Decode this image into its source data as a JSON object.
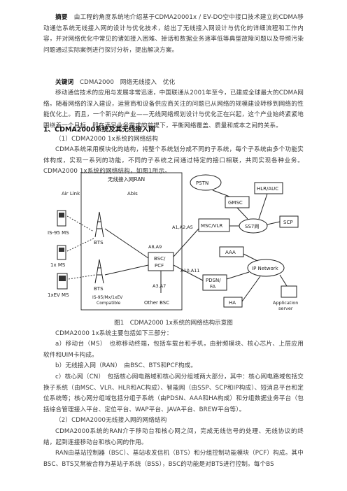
{
  "abstract": {
    "label": "摘要",
    "text": "由工程的角度系统地介绍基于CDMA20001x / EV-DO空中接口技术建立的CDMA移动通信系统无线接入网的设计与优化技术，给出了无线接入网设计与优化的详细流程和工作内容，并对网络优化中常见的诸如接入困难、掉话和数据业务速率低等典型故障问题以及导频污染问题通过实际案例进行探讨分析，提出解决方案。"
  },
  "keywords": {
    "label": "关键词",
    "text": "CDMA2000　网络无线接入　优化"
  },
  "intro": "移动通信技术的应用与发展非常迅速，中国联通从2001年至今，已建成全球最大的CDMA网络。随着网络的深入建设，运营商和设备供应商关注的问题已从网络的规模建设转移到网络的性能优化上。而且，一个新兴的产业——无线网络规划设计与优化正在兴起，这个产业始终紧紧地围绕着一个目标，即在满足业务需求的前提下，平衡网络覆盖、质量和成本之间的关系。",
  "section1": {
    "heading": "1、CDMA2000系统及其无线接入网",
    "sub1": "（1）CDMA2000 1x系统的网络结构"
  },
  "p_arch": "CDMA系统采用模块化的结构，将整个系统划分成不同的子系统，每个子系统由多个功能实体构成，实现一系列的功能，不同的子系统之间通过特定的接口相联，共同实现各种业务。CDMA2000 1x系统的网络结构，如图1所示。",
  "figure": {
    "ran_title": "无线接入网RAN",
    "airlink": "Air Link",
    "abis": "Abis",
    "ms_is95": "IS-95 MS",
    "ms_1x": "1x MS",
    "ms_1xev": "1xEV MS",
    "bts": "BTS",
    "compat": "IS-95/Mx/1xEV",
    "compat2": "Compatible",
    "bsc": "BSC/",
    "pcf": "PCF",
    "a8a9": "A8,A9",
    "a3a7": "A3,A7",
    "other_bsc": "Other BSC",
    "a1a2a5": "A1,A2,A5",
    "a10a11": "A10,A11",
    "pstn": "PSTN",
    "gmsc": "GMSC",
    "hlr": "HLR/AUC",
    "msc": "MSC/VLR",
    "stp": "SS7网",
    "scp": "SCP",
    "aaa": "AAA",
    "ipnet": "IP Network",
    "pdsn": "PDSN/",
    "fa": "FA",
    "ha": "HA",
    "appserver": "Application",
    "appserver2": "server"
  },
  "caption": "图1　CDMA2000 1x系统的网络结构示意图",
  "comp_intro": "CDMA2000 1x系统主要包括如下三部分：",
  "comp_a": "a）移动台（MS）　也称移动终端，包括车载台和手机，由射频模块、核心芯片、上层应用软件和UIM卡构成。",
  "comp_b": "b）无线接入网（RAN）　由BSC、BTS和PCF构成。",
  "comp_c": "c）核心网（CN）　包括核心网电路域和核心网分组域两大部分，其中：核心网电路域包括交换子系统（由MSC、VLR、HLR和AC构成）、智能网（由SSP、SCP和IP构成）、短消息平台和定位系统等；核心网分组域包括分组子系统（由PDSN、AAA和HA构成）和分组数据业务平台（包括综合管理接入平台、定位平台、WAP平台、JAVA平台、BREW平台等）。",
  "sub2": "（2）CDMA2000无线接入网的网络结构",
  "p_ran": "CDMA2000系统的RAN介于移动台和核心网之间，完成无线信号的处理、无线协议的终结，起到连接移动台和核心网的作用。",
  "p_last": "RAN由基站控制器（BSC）、基站收发信机（BTS）和分组控制功能模块（PCF）构成。其中BSC、BTS又常被合称为基站子系统（BSS），BSC的功能是对BTS进行控制。每个BS"
}
